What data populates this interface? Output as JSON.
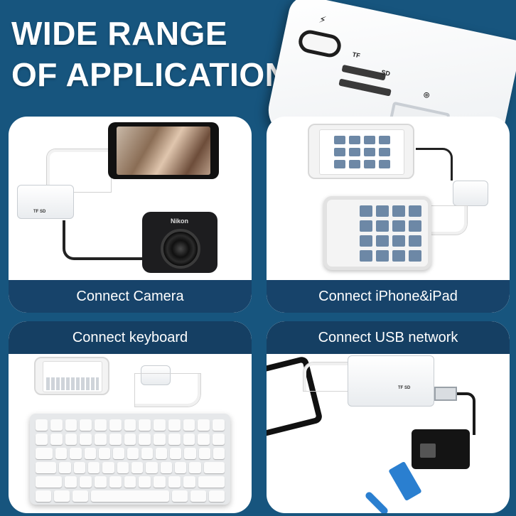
{
  "headline": {
    "line1": "WIDE RANGE",
    "line2": "OF APPLICATIONS"
  },
  "hero_adapter": {
    "port_labels": {
      "lightning": "⚡",
      "tf": "TF",
      "sd": "SD",
      "camera": "⌾"
    }
  },
  "panels": [
    {
      "caption": "Connect Camera"
    },
    {
      "caption": "Connect iPhone&iPad"
    },
    {
      "caption": "Connect keyboard"
    },
    {
      "caption": "Connect USB network"
    }
  ],
  "camera_brand": "Nikon",
  "colors": {
    "background": "#17557e",
    "caption_band": "#17436a",
    "ethernet_cable": "#2a7fd0"
  }
}
